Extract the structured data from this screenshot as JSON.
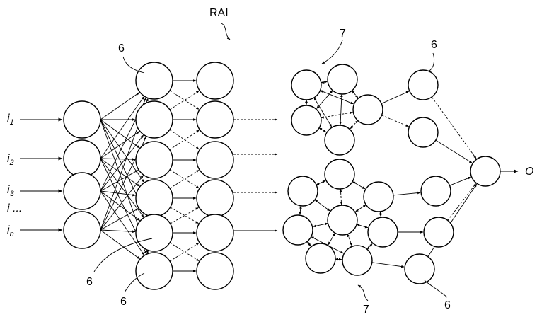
{
  "figure": {
    "inputs": [
      {
        "base": "i",
        "sub": "1"
      },
      {
        "base": "i",
        "sub": "2"
      },
      {
        "base": "i",
        "sub": "3"
      },
      {
        "base": "i",
        "sub": "n"
      }
    ],
    "input_ellipsis": "i ...",
    "output_label": "O",
    "rai_label": "RAI",
    "ref_6": "6",
    "ref_7": "7"
  }
}
